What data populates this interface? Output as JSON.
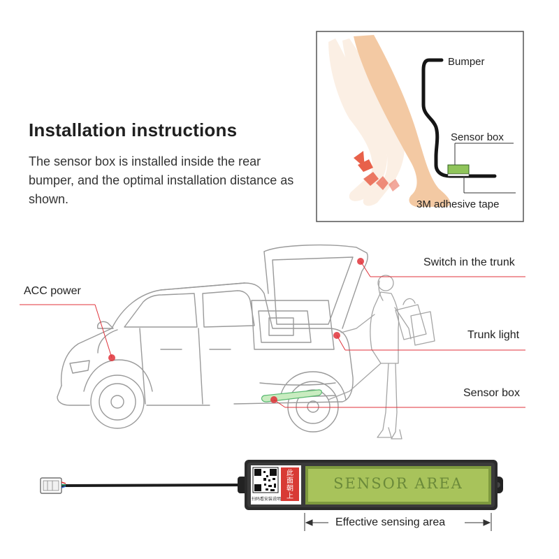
{
  "instructions": {
    "title": "Installation instructions",
    "description": "The sensor box is installed inside the rear bumper, and the optimal installation distance as shown."
  },
  "inset": {
    "bumper_label": "Bumper",
    "sensor_box_label": "Sensor box",
    "tape_label": "3M adhesive tape"
  },
  "callouts": {
    "acc_power": "ACC power",
    "switch_trunk": "Switch in the trunk",
    "trunk_light": "Trunk light",
    "sensor_box": "Sensor box"
  },
  "device": {
    "sensor_area_text": "SENSOR AREA",
    "sticker_text": "此面朝上",
    "qr_caption": "扫码看安装说明",
    "effective_area_label": "Effective sensing area"
  },
  "colors": {
    "callout_red": "#e0323a",
    "sensor_green": "#8fb04a",
    "sensor_text": "#6b8a3a",
    "skin": "#f3c9a3",
    "arrow_red": "#e8614a"
  }
}
